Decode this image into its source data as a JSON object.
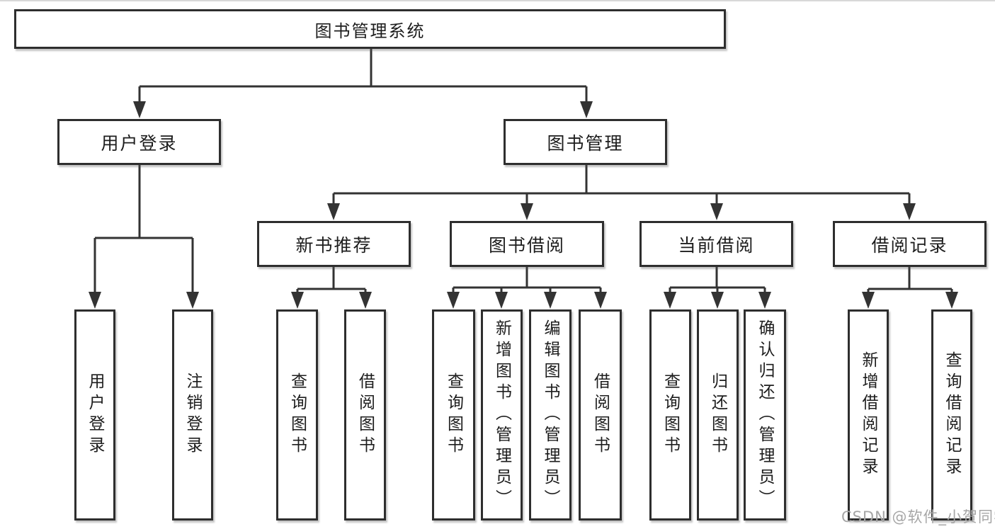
{
  "tree": {
    "label": "图书管理系统",
    "children": [
      {
        "label": "用户登录",
        "children": [
          {
            "label": "用户登录"
          },
          {
            "label": "注销登录"
          }
        ]
      },
      {
        "label": "图书管理",
        "children": [
          {
            "label": "新书推荐",
            "children": [
              {
                "label": "查询图书"
              },
              {
                "label": "借阅图书"
              }
            ]
          },
          {
            "label": "图书借阅",
            "children": [
              {
                "label": "查询图书"
              },
              {
                "label": "新增图书（管理员）"
              },
              {
                "label": "编辑图书（管理员）"
              },
              {
                "label": "借阅图书"
              }
            ]
          },
          {
            "label": "当前借阅",
            "children": [
              {
                "label": "查询图书"
              },
              {
                "label": "归还图书"
              },
              {
                "label": "确认归还（管理员）"
              }
            ]
          },
          {
            "label": "借阅记录",
            "children": [
              {
                "label": "新增借阅记录"
              },
              {
                "label": "查询借阅记录"
              }
            ]
          }
        ]
      }
    ]
  },
  "watermark": "CSDN @软件_小贺同学",
  "colors": {
    "box_border": "#2e2e2e",
    "connector_line": "#333333",
    "text": "#1d1d1d",
    "watermark": "#a6a6a6",
    "background": "#ffffff"
  }
}
